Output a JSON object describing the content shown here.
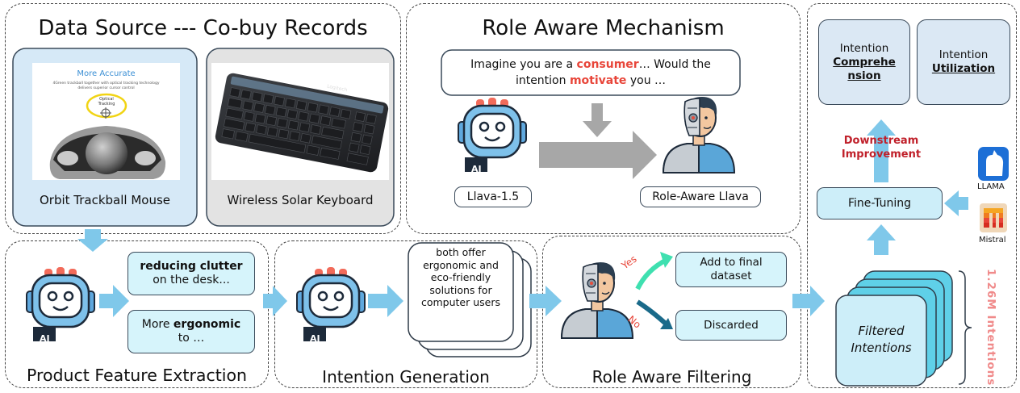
{
  "data_source": {
    "title": "Data Source --- Co-buy Records",
    "product1": {
      "label": "Orbit Trackball Mouse",
      "image_title": "More Accurate",
      "image_subtitle": "4Green trackball together with optical tracking technology delivers superior cursor control",
      "image_badge": "Optical Tracking"
    },
    "product2": {
      "label": "Wireless Solar Keyboard",
      "brand": "Logitech"
    }
  },
  "role_aware": {
    "title": "Role Aware Mechanism",
    "prompt": {
      "part1": "Imagine you are a ",
      "consumer": "consumer",
      "part2": "… Would the intention ",
      "motivate": "motivate",
      "part3": " you …"
    },
    "model_label": "Llava-1.5",
    "role_label": "Role-Aware Llava",
    "ai_badge": "AI"
  },
  "feature_extraction": {
    "title": "Product Feature Extraction",
    "feature1": {
      "bold": "reducing clutter",
      "rest": "on the desk..."
    },
    "feature2": {
      "prefix": "More ",
      "bold": "ergonomic",
      "rest": "to …"
    },
    "ai_badge": "AI"
  },
  "intention_generation": {
    "title": "Intention Generation",
    "text": "both offer ergonomic and eco-friendly solutions for computer users",
    "ai_badge": "AI"
  },
  "role_filtering": {
    "title": "Role Aware Filtering",
    "yes": "Yes",
    "no": "No",
    "accept": "Add to final dataset",
    "reject": "Discarded"
  },
  "downstream": {
    "comprehension": {
      "top": "Intention",
      "bottom": "Comprehension"
    },
    "utilization": {
      "top": "Intention",
      "bottom": "Utilization"
    },
    "improvement": "Downstream Improvement",
    "fine_tuning": "Fine-Tuning",
    "llama": "LLAMA",
    "mistral": "Mistral",
    "filtered": "Filtered Intentions",
    "count": "1.26M Intentions"
  },
  "colors": {
    "arrow": "#7fc8ea",
    "accent_red": "#e8463a",
    "box_fill": "#d6f4fb",
    "dark_red": "#c0202a"
  }
}
